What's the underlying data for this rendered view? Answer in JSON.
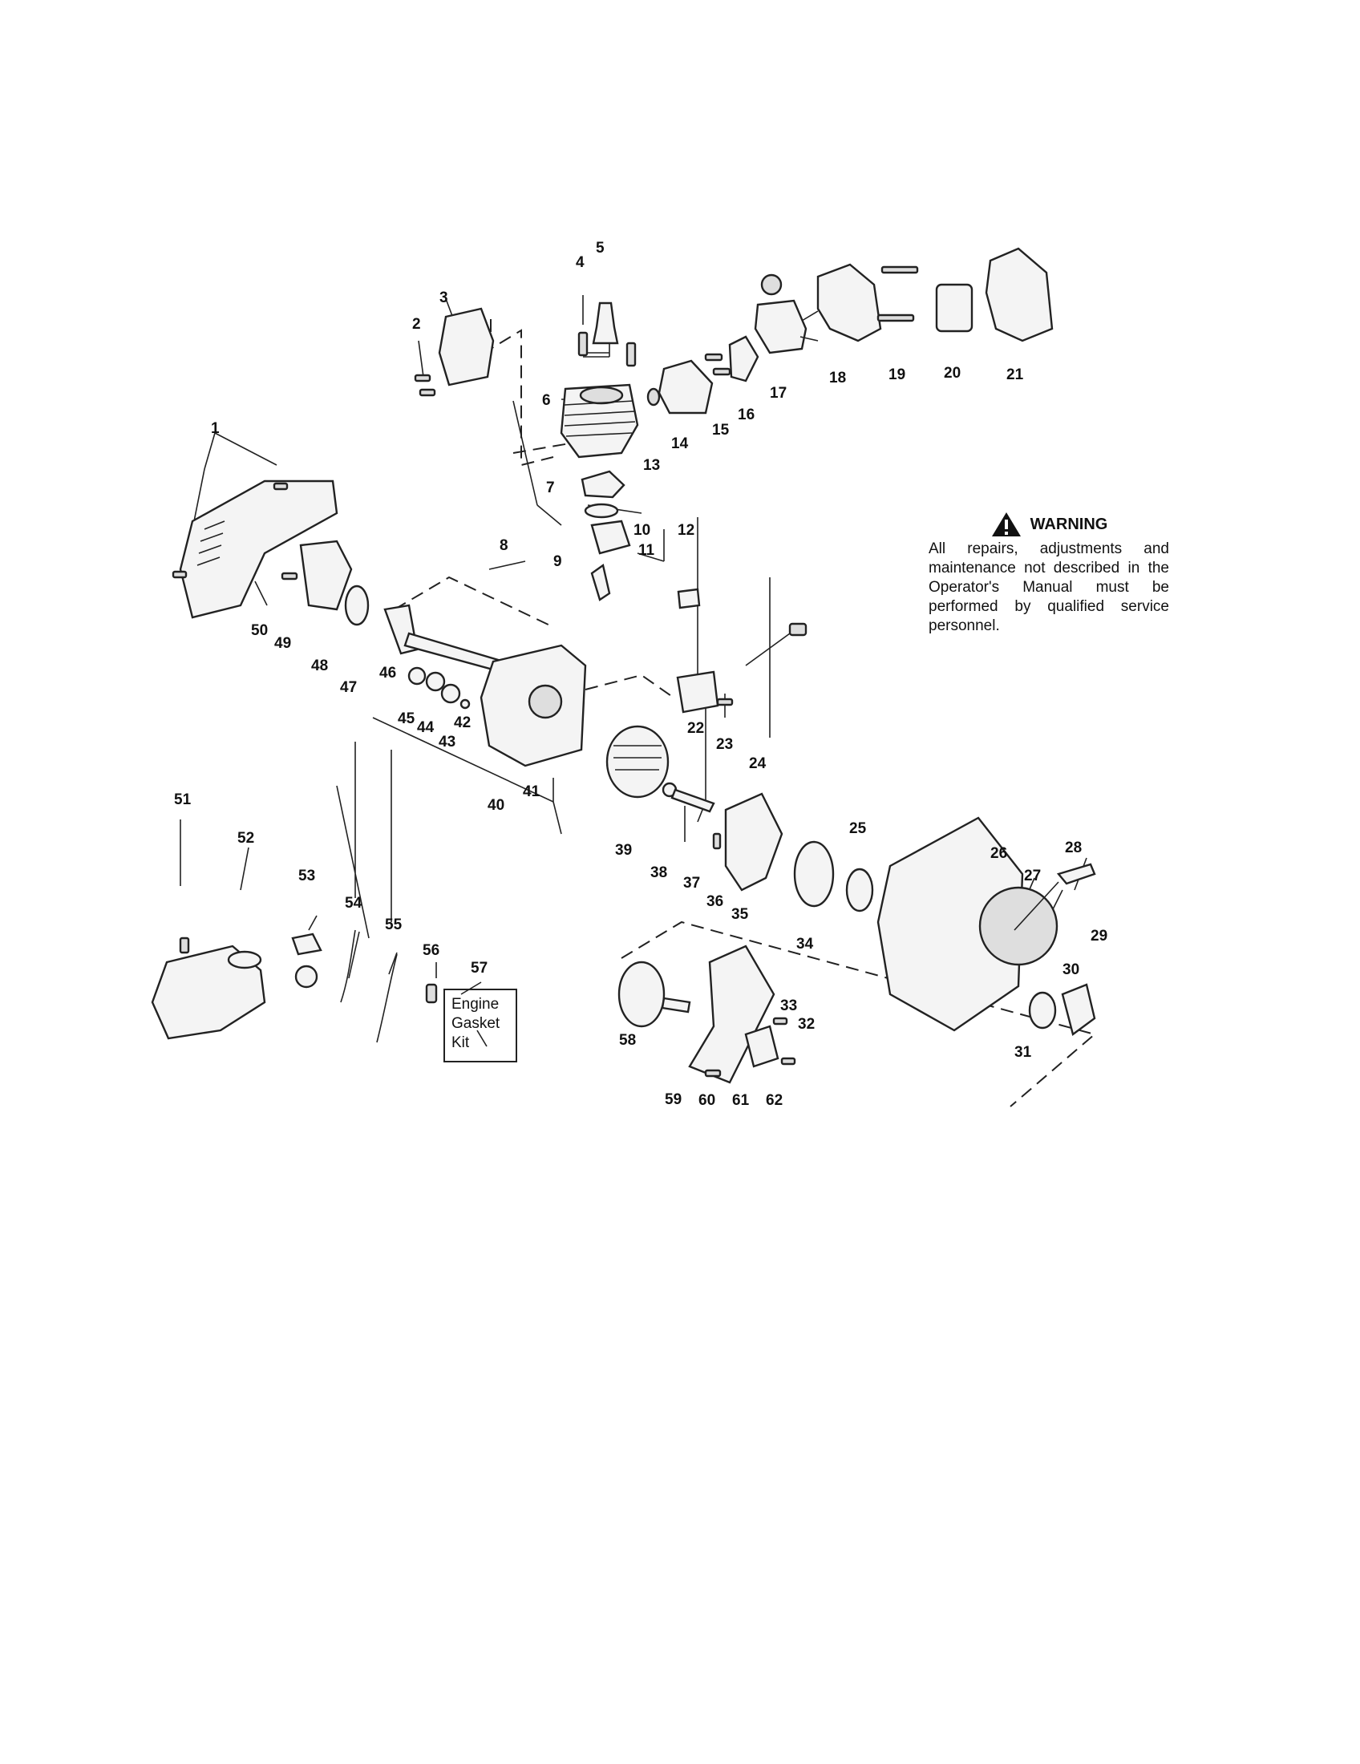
{
  "warning": {
    "heading": "WARNING",
    "text": "All repairs, adjustments and maintenance not described in the Operator's Manual must be performed by qualified service personnel."
  },
  "kit_box": {
    "text": "Engine\nGasket\nKit"
  },
  "callouts": [
    "1",
    "2",
    "3",
    "4",
    "5",
    "6",
    "7",
    "8",
    "9",
    "10",
    "11",
    "12",
    "13",
    "14",
    "15",
    "16",
    "17",
    "18",
    "19",
    "20",
    "21",
    "22",
    "23",
    "24",
    "25",
    "26",
    "27",
    "28",
    "29",
    "30",
    "31",
    "32",
    "33",
    "34",
    "35",
    "36",
    "37",
    "38",
    "39",
    "40",
    "41",
    "42",
    "43",
    "44",
    "45",
    "46",
    "47",
    "48",
    "49",
    "50",
    "51",
    "52",
    "53",
    "54",
    "55",
    "56",
    "57",
    "58",
    "59",
    "60",
    "61",
    "62"
  ]
}
